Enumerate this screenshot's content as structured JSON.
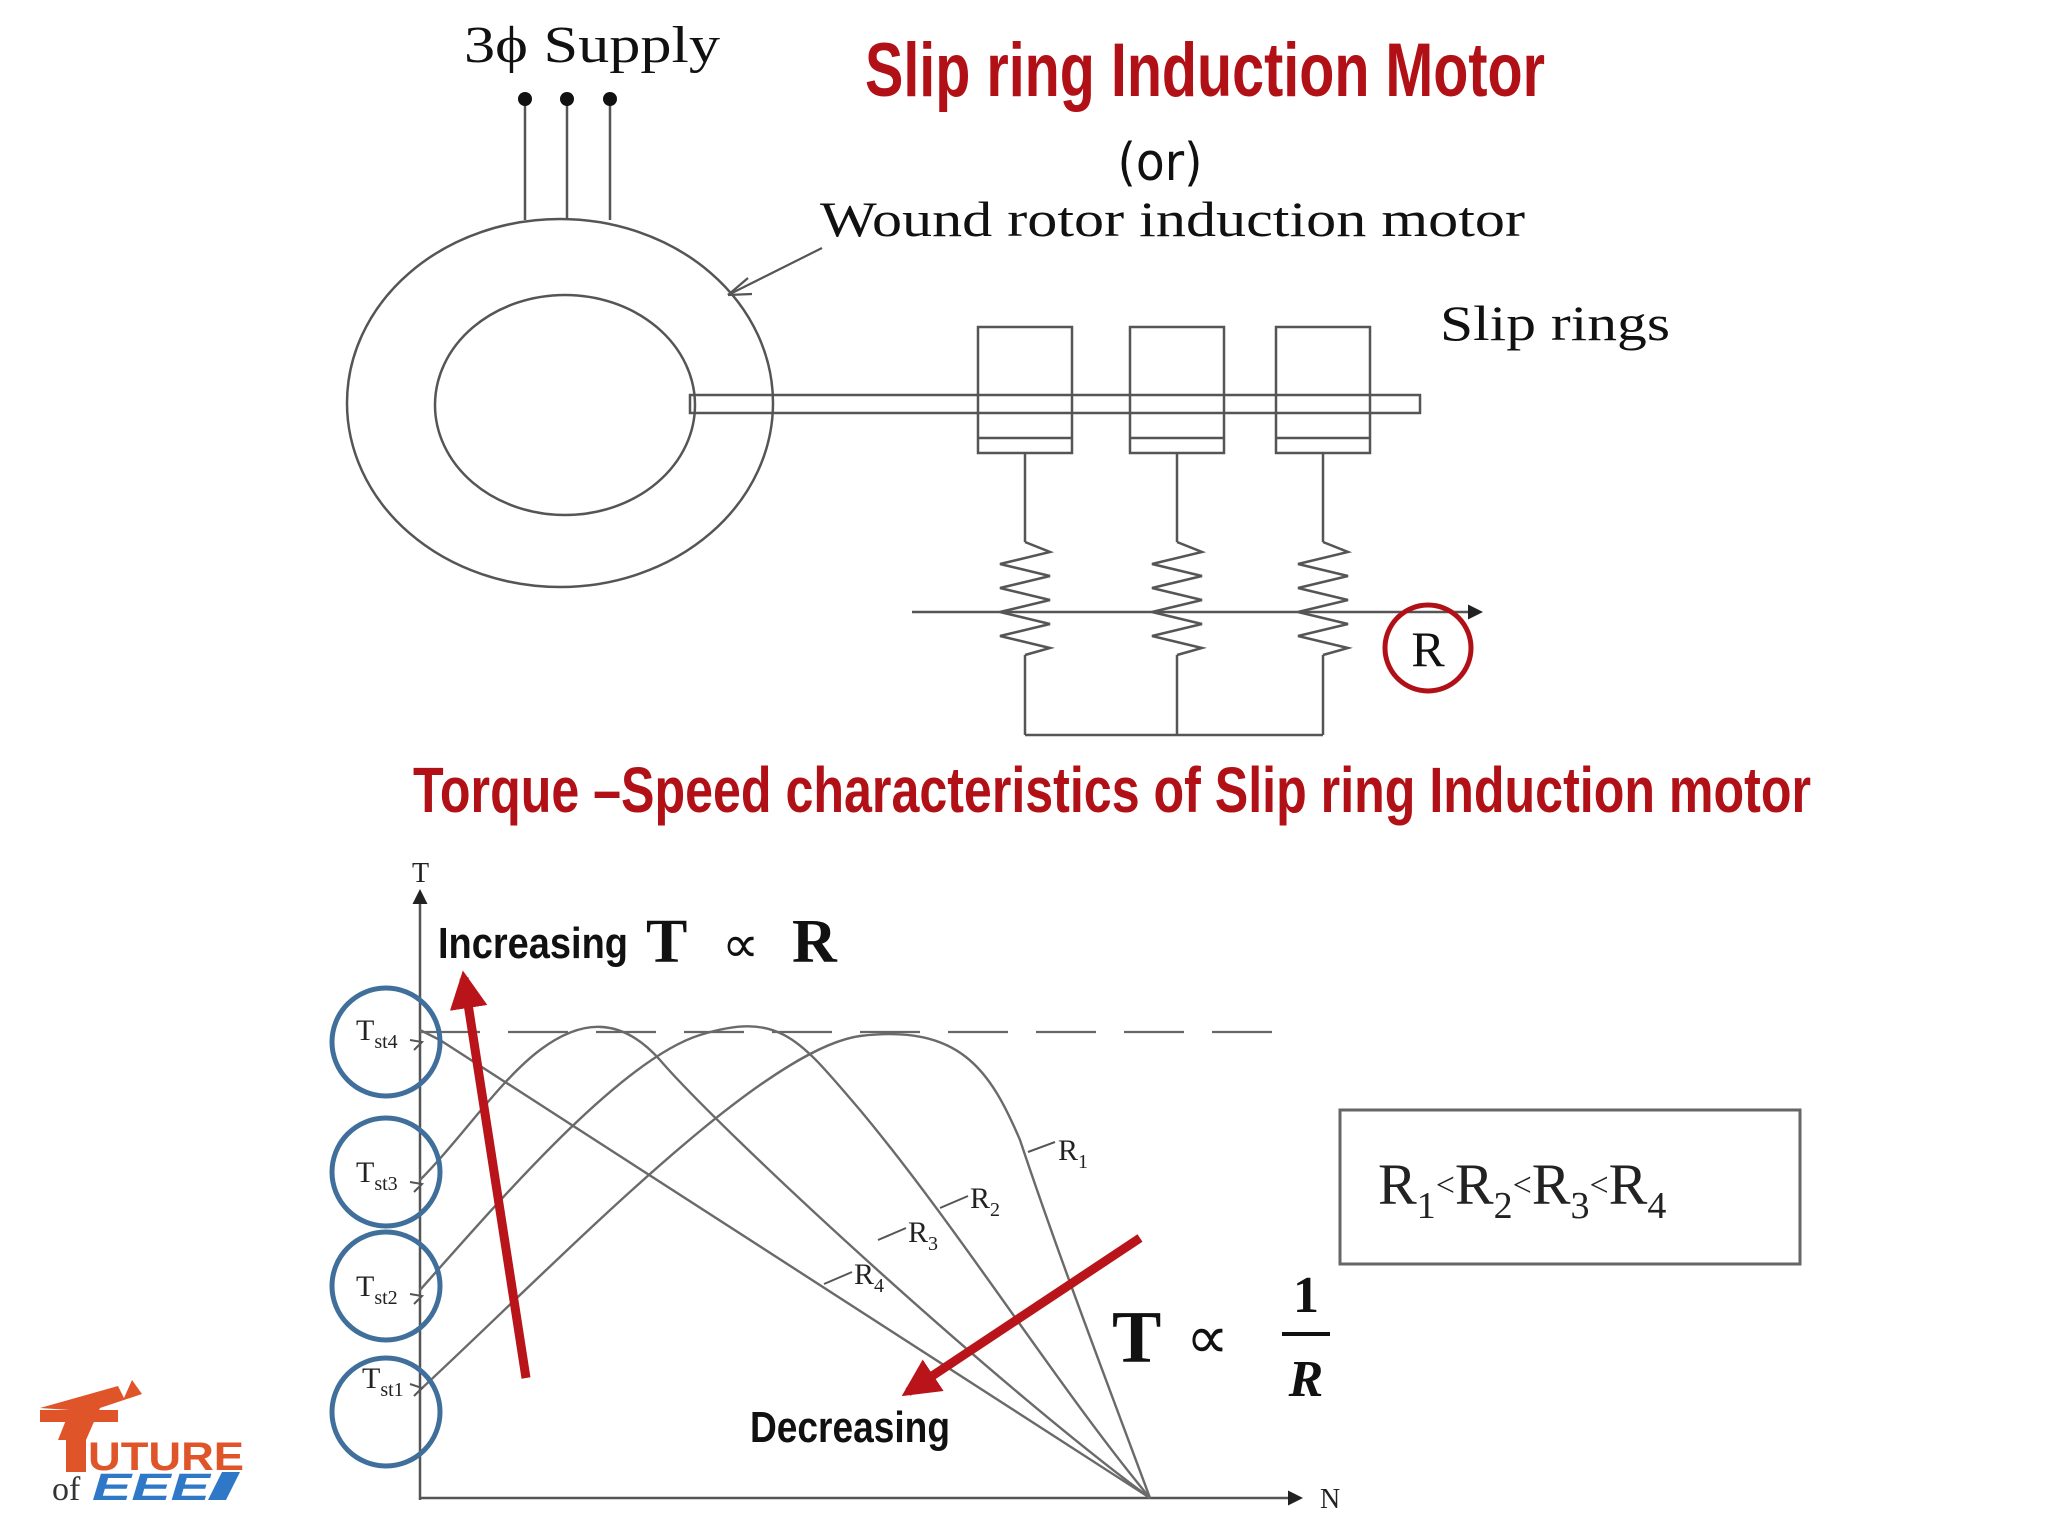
{
  "titles": {
    "main": "Slip ring Induction Motor",
    "or": "(or)",
    "section": "Torque –Speed characteristics of Slip ring Induction motor"
  },
  "diagram": {
    "supply_label": "3ϕ Supply",
    "motor_label": "Wound rotor induction motor",
    "slip_rings_label": "Slip rings",
    "resistance_label": "R"
  },
  "graph": {
    "y_axis_label": "T",
    "x_axis_label": "N",
    "starting_torques": [
      {
        "label": "T",
        "sub": "st4"
      },
      {
        "label": "T",
        "sub": "st3"
      },
      {
        "label": "T",
        "sub": "st2"
      },
      {
        "label": "T",
        "sub": "st1"
      }
    ],
    "curve_labels": [
      {
        "label": "R",
        "sub": "1"
      },
      {
        "label": "R",
        "sub": "2"
      },
      {
        "label": "R",
        "sub": "3"
      },
      {
        "label": "R",
        "sub": "4"
      }
    ],
    "increasing_label": "Increasing",
    "decreasing_label": "Decreasing",
    "prop_T": "T",
    "prop_symbol": "∝",
    "prop_R": "R",
    "frac_num": "1",
    "frac_den": "R",
    "resistance_order": [
      {
        "label": "R",
        "sub": "1",
        "op": "<"
      },
      {
        "label": "R",
        "sub": "2",
        "op": "<"
      },
      {
        "label": "R",
        "sub": "3",
        "op": "<"
      },
      {
        "label": "R",
        "sub": "4",
        "op": ""
      }
    ]
  },
  "logo": {
    "word1": "UTURE",
    "of": "of",
    "word2": "EEE"
  },
  "colors": {
    "title_red": "#b01016",
    "arrow_red": "#b8141a",
    "circle_blue": "#3f6f9a",
    "line_gray": "#707070",
    "logo_orange": "#e0542a",
    "logo_blue": "#2f78c8"
  }
}
